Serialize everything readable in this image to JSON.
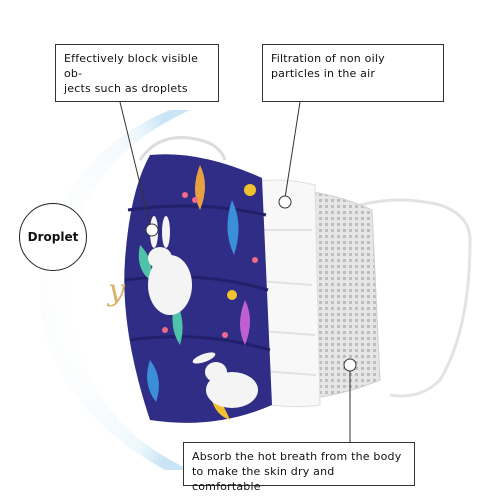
{
  "callouts": {
    "block": "Effectively block visible ob-\njects such as droplets",
    "filtration": "Filtration of non oily particles in the air",
    "breath": "Absorb the hot breath from the body to make the skin dry and comfortable"
  },
  "droplet_label": "Droplet",
  "colors": {
    "mask_print": "#2f2d86",
    "mask_inner": "#ffffff",
    "mesh": "#d9d9d9",
    "shield": "#cfe8f7"
  }
}
